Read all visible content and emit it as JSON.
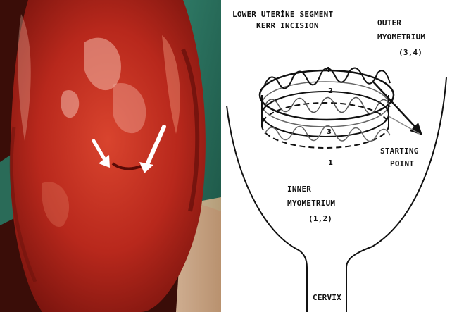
{
  "figure": {
    "photo": {
      "description_icon": "surgical-photo",
      "arrow_color": "#ffffff",
      "tissue_color": "#c0392b"
    },
    "diagram": {
      "title_line1": "LOWER UTERİNE SEGMENT",
      "title_line2": "KERR INCISION",
      "outer_label_line1": "OUTER",
      "outer_label_line2": "MYOMETRIUM",
      "outer_label_line3": "(3,4)",
      "inner_label_line1": "INNER",
      "inner_label_line2": "MYOMETRIUM",
      "inner_label_line3": "(1,2)",
      "start_label_line1": "STARTING",
      "start_label_line2": "POINT",
      "cervix_label": "CERVIX",
      "layer_numbers": [
        "4",
        "2",
        "3",
        "1"
      ],
      "stroke_color": "#111111"
    }
  }
}
